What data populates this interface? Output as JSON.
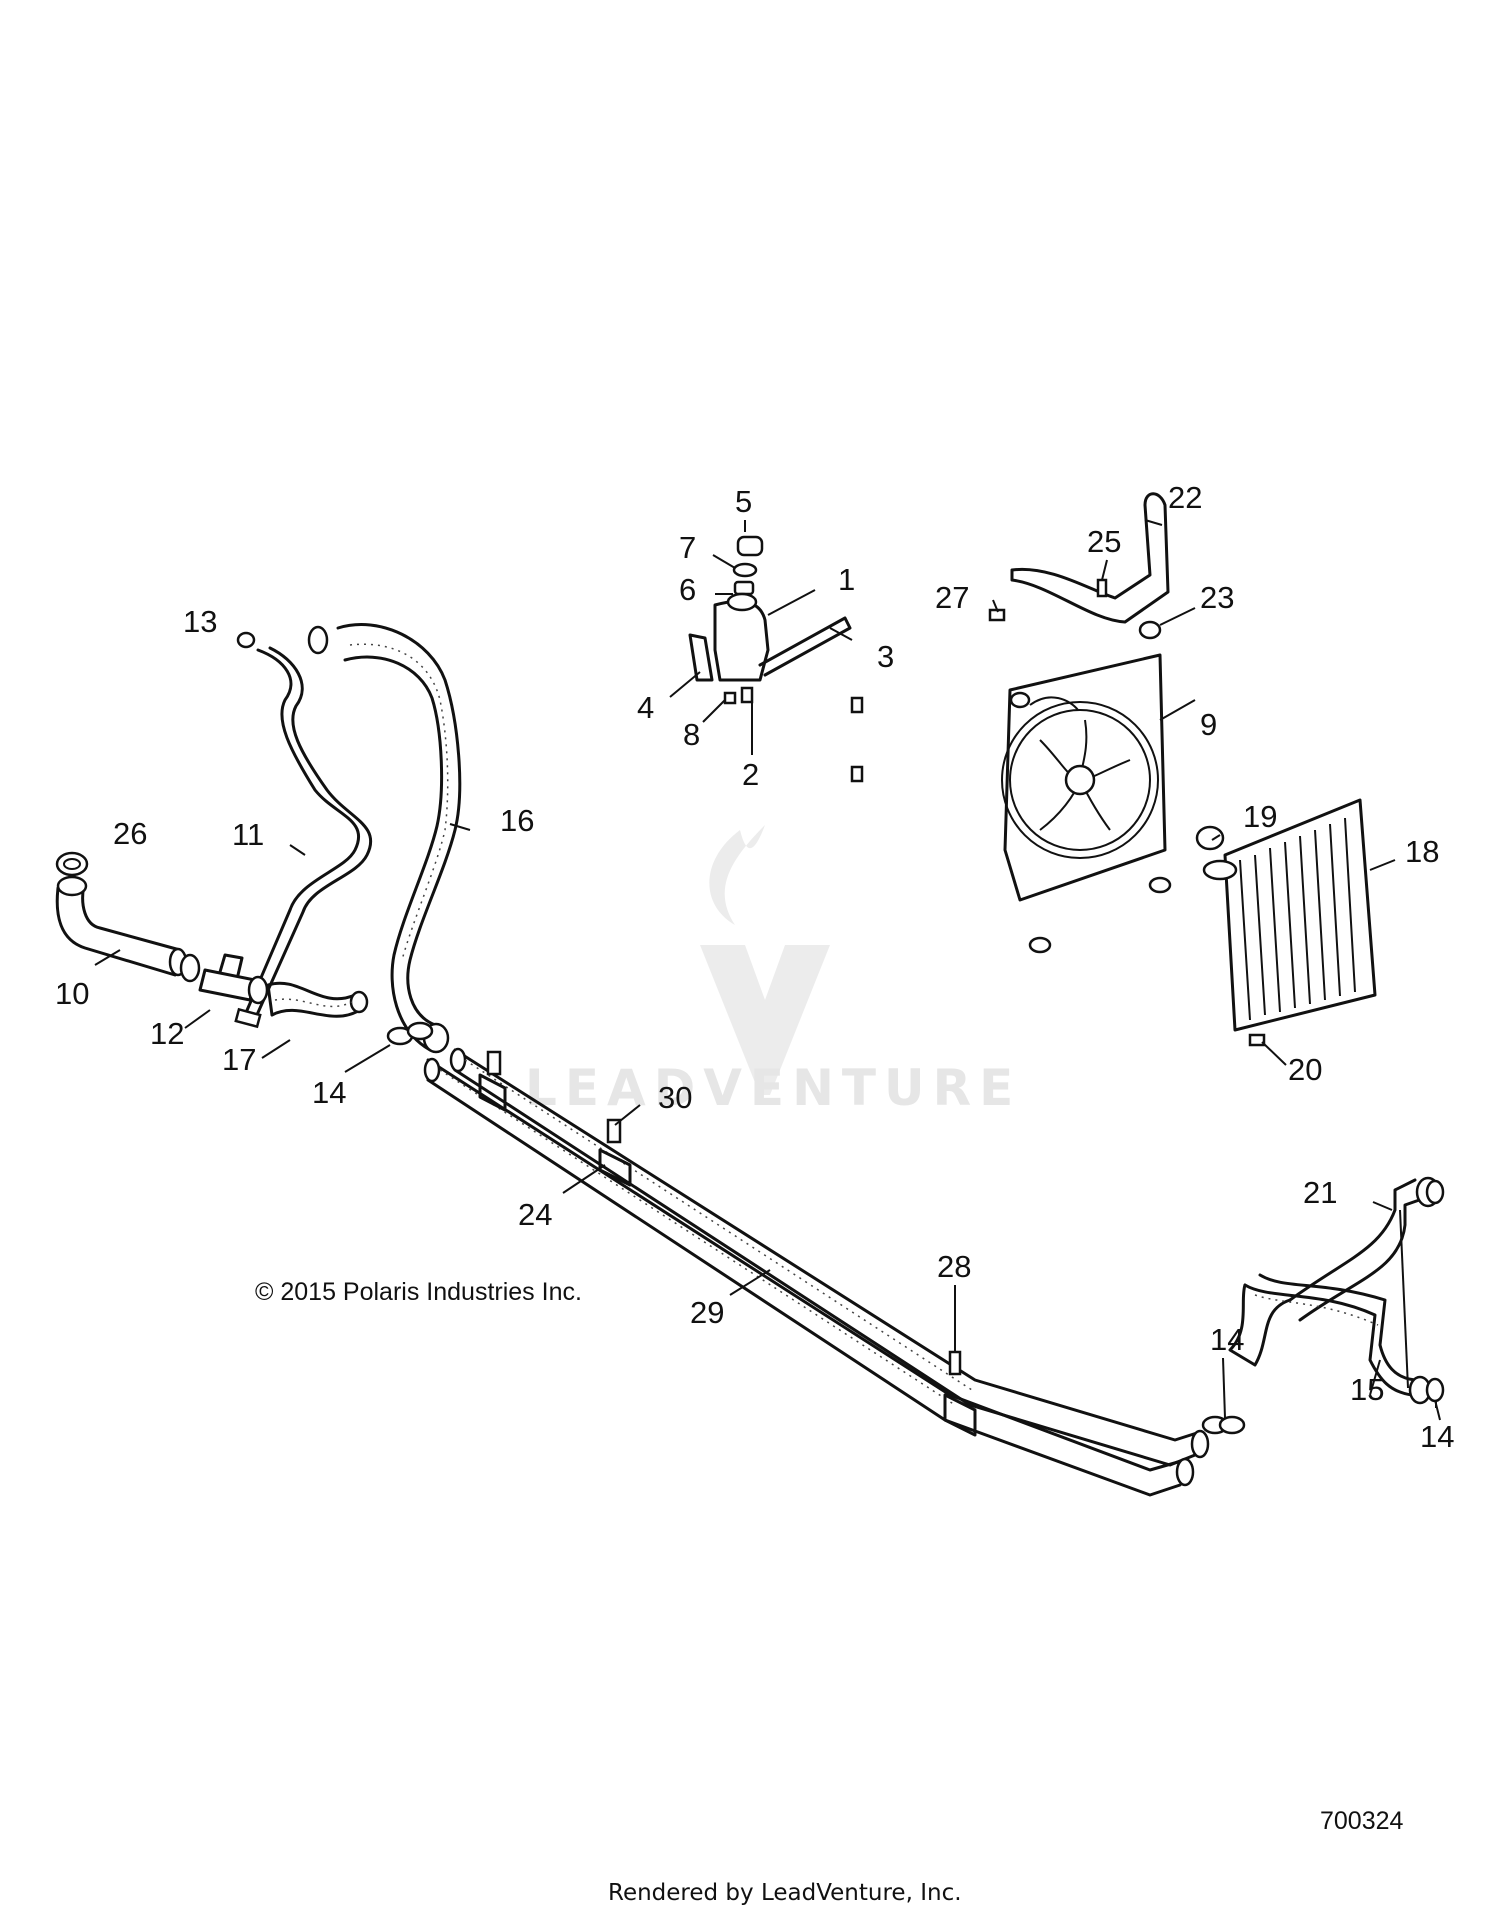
{
  "diagram": {
    "callouts": [
      "1",
      "2",
      "3",
      "4",
      "5",
      "6",
      "7",
      "8",
      "9",
      "10",
      "11",
      "12",
      "13",
      "14",
      "15",
      "16",
      "17",
      "18",
      "19",
      "20",
      "21",
      "22",
      "23",
      "24",
      "25",
      "26",
      "27",
      "28",
      "29",
      "30"
    ],
    "callout_14_extra": [
      "14",
      "14"
    ],
    "copyright": "© 2015 Polaris Industries Inc.",
    "reference_number": "700324",
    "watermark": "LEADVENTURE",
    "footer": "Rendered by LeadVenture, Inc."
  }
}
